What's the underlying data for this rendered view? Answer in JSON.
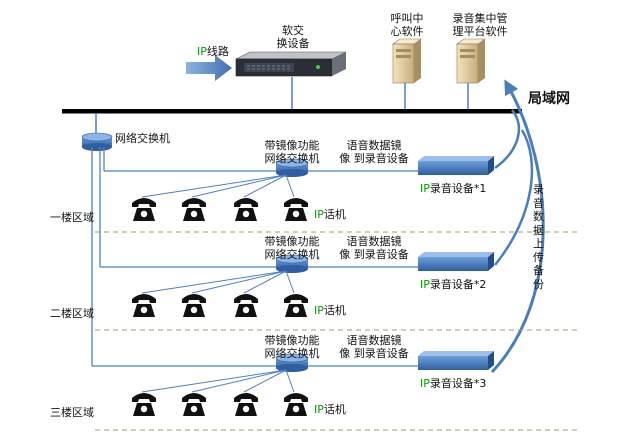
{
  "header": {
    "ip_line_prefix": "IP",
    "ip_line_suffix": "线路",
    "softswitch_l1": "软交",
    "softswitch_l2": "换设备",
    "callcenter_l1": "呼叫中",
    "callcenter_l2": "心软件",
    "recmgmt_l1": "录音集中管",
    "recmgmt_l2": "理平台软件",
    "lan": "局域网",
    "net_switch": "网络交换机"
  },
  "side_text": "录音数据上传备份",
  "floors": [
    {
      "name": "一楼区域",
      "switch_l1": "带镜像功能",
      "switch_l2": "网络交换机",
      "mirror_l1": "语音数据镜",
      "mirror_l2": "像 到录音设备",
      "rec_prefix": "IP",
      "rec_suffix": "录音设备*1",
      "phone_prefix": "IP",
      "phone_suffix": "话机"
    },
    {
      "name": "二楼区域",
      "switch_l1": "带镜像功能",
      "switch_l2": "网络交换机",
      "mirror_l1": "语音数据镜",
      "mirror_l2": "像 到录音设备",
      "rec_prefix": "IP",
      "rec_suffix": "录音设备*2",
      "phone_prefix": "IP",
      "phone_suffix": "话机"
    },
    {
      "name": "三楼区域",
      "switch_l1": "带镜像功能",
      "switch_l2": "网络交换机",
      "mirror_l1": "语音数据镜",
      "mirror_l2": "像 到录音设备",
      "rec_prefix": "IP",
      "rec_suffix": "录音设备*3",
      "phone_prefix": "IP",
      "phone_suffix": "话机"
    }
  ],
  "colors": {
    "line": "#4f81bd",
    "device": "#4a7ebb",
    "arrow": "#4a7ebb",
    "bus": "#000000",
    "dash": "#8faa6a",
    "ip_text": "#00a000"
  }
}
